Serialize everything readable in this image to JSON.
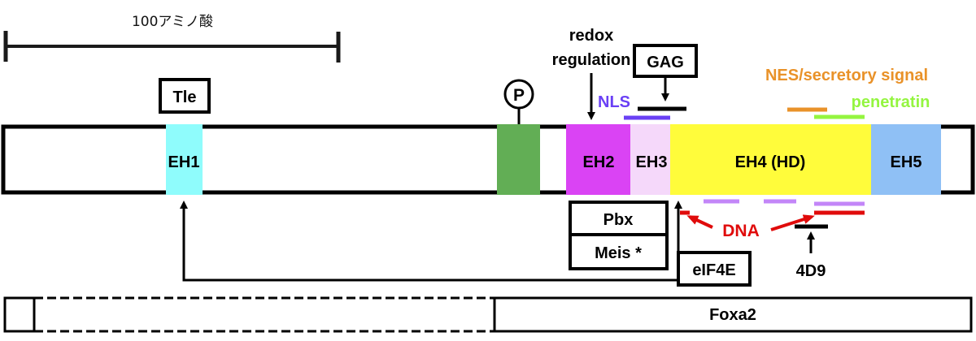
{
  "scale_bar": {
    "label": "100アミノ酸"
  },
  "protein": {
    "domains": [
      {
        "name": "EH1",
        "color": "#8ffcfc"
      },
      {
        "name": "",
        "color": "#62ae55"
      },
      {
        "name": "EH2",
        "color": "#da43f4"
      },
      {
        "name": "EH3",
        "color": "#f5d8fa"
      },
      {
        "name": "EH4 (HD)",
        "color": "#fffc3b"
      },
      {
        "name": "EH5",
        "color": "#8fc0f5"
      }
    ]
  },
  "phospho": {
    "label": "P"
  },
  "annotations": {
    "tle": "Tle",
    "redox_line1": "redox",
    "redox_line2": "regulation",
    "gag": "GAG",
    "nls": "NLS",
    "nes": "NES/secretory signal",
    "penetratin": "penetratin",
    "pbx": "Pbx",
    "meis": "Meis *",
    "eif4e": "eIF4E",
    "dna": "DNA",
    "ab_4d9": "4D9"
  },
  "colors": {
    "nls": "#6a40f5",
    "nes": "#e99229",
    "penetratin": "#94f540",
    "dna": "#e00b0b",
    "lavender": "#c386f8"
  },
  "foxa2": {
    "label": "Foxa2"
  }
}
